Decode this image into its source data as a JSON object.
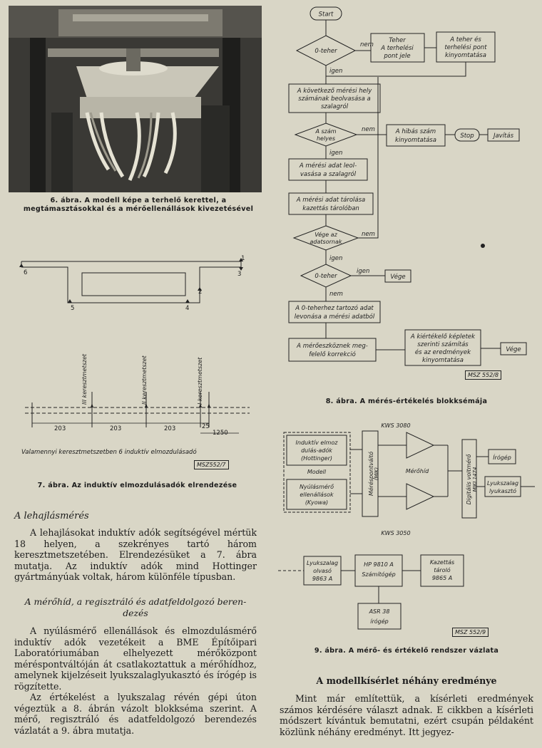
{
  "fig6": {
    "caption_num": "6. ábra.",
    "caption_text": "A modell képe a terhelő kerettel, a megtámasztásokkal és a mérőellenállások kivezetésével"
  },
  "fig7": {
    "sec_nums": [
      "6",
      "1",
      "3",
      "5",
      "4",
      "2"
    ],
    "sections": [
      "III keresztmetszet",
      "II keresztmetszet",
      "I keresztmetszet"
    ],
    "dims": [
      "203",
      "203",
      "203",
      "25"
    ],
    "total_dim": "1250",
    "note": "Valamennyi keresztmetszetben 6 induktív elmozdulásadó",
    "msz": "MSZ552/7",
    "caption_num": "7. ábra.",
    "caption_text": "Az induktív elmozdulásadók elrendezése"
  },
  "fig8": {
    "start": "Start",
    "d_zero": "0-teher",
    "b_load_sign": [
      "Teher",
      "A terhelési",
      "pont jele"
    ],
    "b_print_load": [
      "A teher és",
      "terhelési pont",
      "kinyomtatása"
    ],
    "b_read_point": [
      "A következő mérési hely",
      "számának beolvasása a",
      "szalagról"
    ],
    "d_valid": [
      "A szám",
      "helyes"
    ],
    "b_err_print": [
      "A hibás szám",
      "kinyomtatása"
    ],
    "stop": "Stop",
    "fix": "Javítás",
    "b_read_data": [
      "A mérési adat leol-",
      "vasása a szalagról"
    ],
    "b_store": [
      "A mérési adat tárolása",
      "kazettás tárolóban"
    ],
    "d_end": [
      "Vége az",
      "adatsornak"
    ],
    "d_zero2": "0-teher",
    "end1": "Vége",
    "b_subtract": [
      "A 0-teherhez tartozó adat",
      "levonása a mérési adatból"
    ],
    "b_correct": [
      "A mérőeszköznek meg-",
      "felelő korrekció"
    ],
    "b_calc": [
      "A kiértékelő képletek",
      "szerinti számítás",
      "és az eredmények",
      "kinyomtatása"
    ],
    "end2": "Vége",
    "yes": "igen",
    "no": "nem",
    "msz": "MSZ 552/8",
    "caption_num": "8. ábra.",
    "caption_text": "A mérés-értékelés blokksémája"
  },
  "fig9": {
    "kws_top": "KWS 3080",
    "kws_bottom": "KWS 3050",
    "inductive": [
      "Induktív elmoz",
      "dulás-adók",
      "(Hottinger)"
    ],
    "model": "Modell",
    "strain": [
      "Nyúlásmérő",
      "ellenállások",
      "(Kyowa)"
    ],
    "switch": [
      "Méréspontváltó",
      "(MIK)"
    ],
    "bridge": "Mérőhíd",
    "dvm": [
      "Digitális voltmérő",
      "MIKI 1474"
    ],
    "typewriter": "Írógép",
    "punch": [
      "Lyukszalag",
      "lyukasztó"
    ],
    "reader": [
      "Lyukszalag",
      "olvasó",
      "9863 A"
    ],
    "computer": [
      "HP 9810 A",
      "Számítógép"
    ],
    "cassette": [
      "Kazettás",
      "tároló",
      "9865 A"
    ],
    "asr": [
      "ASR 38",
      "írógép"
    ],
    "msz": "MSZ 552/9",
    "caption_num": "9. ábra.",
    "caption_text": "A mérő- és értékelő rendszer vázlata"
  },
  "text": {
    "h_deflection": "A lehajlásmérés",
    "p_deflection": "A lehajlásokat induktív adók segítségével mértük 18 helyen, a szekrényes tartó három keresztmetszetében. Elrendezésüket a 7. ábra mutatja. Az induktív adók mind Hottinger gyártmányúak voltak, három különféle típusban.",
    "h_bridge_1": "A mérőhíd, a regisztráló és adatfeldolgozó beren-",
    "h_bridge_2": "dezés",
    "p_bridge1": "A nyúlásmérő ellenállások és elmozdulásmérő induktív adók vezetékeit a BME Építőipari Laboratóriumában elhelyezett mérőközpont méréspontváltóján át csatlakoztattuk a mérőhídhoz, amelynek kijelzéseit lyukszalaglyukasztó és írógép is rögzítette.",
    "p_bridge2": "Az értékelést a lyukszalag révén gépi úton végeztük a 8. ábrán vázolt blokkséma szerint. A mérő, regisztráló és adatfeldolgozó berendezés vázlatát a 9. ábra mutatja.",
    "h_results": "A modellkísérlet néhány eredménye",
    "p_results": "Mint már említettük, a kísérleti eredmények számos kérdésére választ adnak. E cikkben a kísérleti módszert kívántuk bemutatni, ezért csupán példaként közlünk néhány eredményt. Itt jegyez-"
  }
}
